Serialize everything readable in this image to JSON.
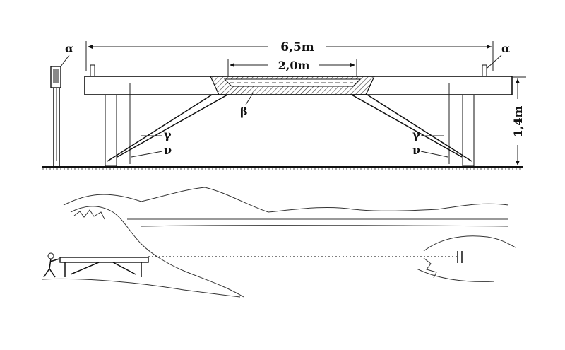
{
  "diagram": {
    "total_length_label": "6,5m",
    "trough_length_label": "2,0m",
    "height_label": "1,4m",
    "labels": {
      "alpha_left": "α",
      "alpha_right": "α",
      "beta": "β",
      "gamma_left": "γ",
      "gamma_right": "γ",
      "nu_left": "ν",
      "nu_right": "ν"
    }
  }
}
